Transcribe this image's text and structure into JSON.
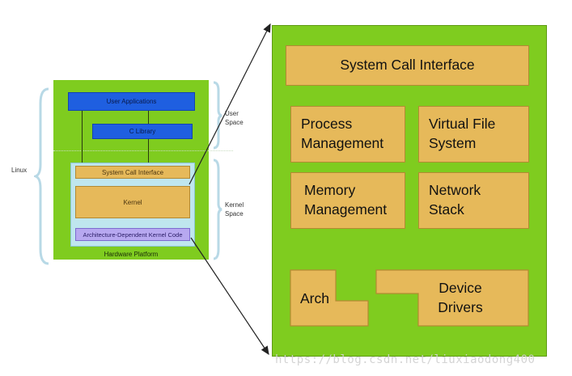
{
  "left": {
    "user_applications": "User Applications",
    "c_library": "C Library",
    "system_call_interface": "System Call Interface",
    "kernel": "Kernel",
    "arch_code": "Architecture-Dependent Kernel Code",
    "hardware_platform": "Hardware Platform",
    "linux_label": "Linux",
    "user_space": "User\nSpace",
    "kernel_space": "Kernel\nSpace"
  },
  "right": {
    "system_call_interface": "System Call Interface",
    "process_management": "Process\nManagement",
    "virtual_file_system": "Virtual File\nSystem",
    "memory_management": "Memory\nManagement",
    "network_stack": "Network\nStack",
    "arch": "Arch",
    "device_drivers": "Device\nDrivers"
  },
  "watermark": "https://blog.csdn.net/liuxiaodong400",
  "colors": {
    "green": "#7fcc1f",
    "blue": "#1f5fe0",
    "orange": "#e6b95a",
    "purple": "#b7a8f0",
    "cyan": "#bfe6ee"
  }
}
